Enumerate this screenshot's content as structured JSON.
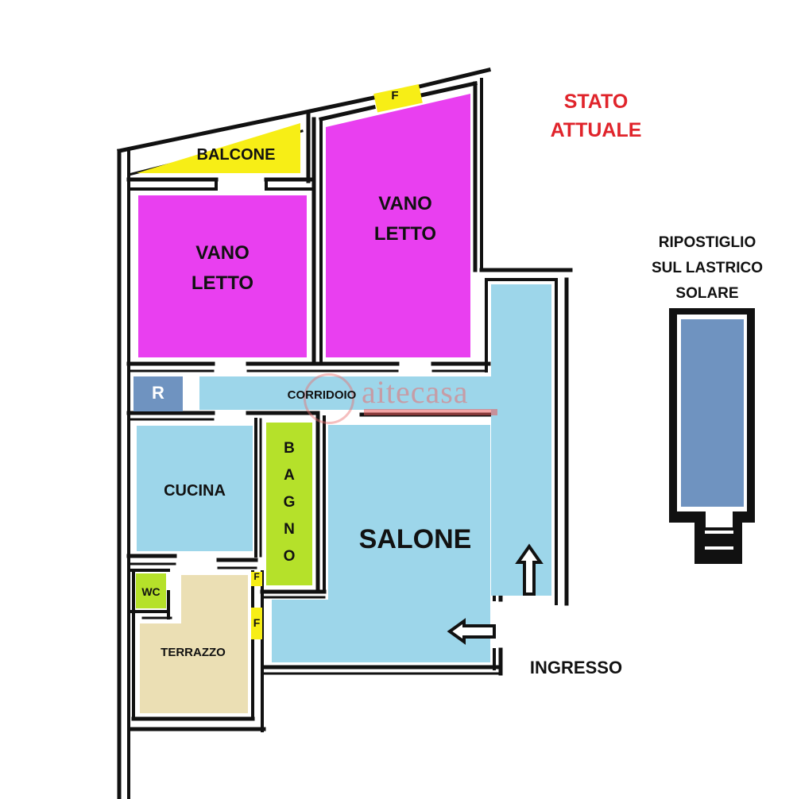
{
  "title": {
    "line1": "STATO",
    "line2": "ATTUALE",
    "color": "#e0242b"
  },
  "rooms": {
    "balcone": {
      "label": "BALCONE",
      "color": "#f7ee16"
    },
    "vano_letto_left": {
      "line1": "VANO",
      "line2": "LETTO",
      "color": "#e93ff0"
    },
    "vano_letto_right": {
      "line1": "VANO",
      "line2": "LETTO",
      "color": "#e93ff0"
    },
    "window_top": {
      "label": "F",
      "color": "#f7ee16"
    },
    "ripostiglio_small": {
      "label": "R",
      "color": "#6f93c0"
    },
    "corridoio": {
      "label": "CORRIDOIO",
      "color": "#9dd6ea"
    },
    "cucina": {
      "label": "CUCINA",
      "color": "#9dd6ea"
    },
    "bagno": {
      "letters": [
        "B",
        "A",
        "G",
        "N",
        "O"
      ],
      "color": "#b5e12a"
    },
    "salone": {
      "label": "SALONE",
      "color": "#9dd6ea"
    },
    "wc": {
      "label": "WC",
      "color": "#b5e12a"
    },
    "terrazzo": {
      "label": "TERRAZZO",
      "color": "#ebdfb4"
    },
    "window_f1": {
      "label": "F"
    },
    "window_f2": {
      "label": "F"
    }
  },
  "side": {
    "line1": "RIPOSTIGLIO",
    "line2": "SUL LASTRICO",
    "line3": "SOLARE",
    "color": "#6f93c0"
  },
  "entrance": {
    "label": "INGRESSO"
  },
  "watermark": {
    "text": "aitecasa"
  },
  "icons": {
    "arrow_left": "entry-arrow-left",
    "arrow_up": "entry-arrow-up"
  }
}
